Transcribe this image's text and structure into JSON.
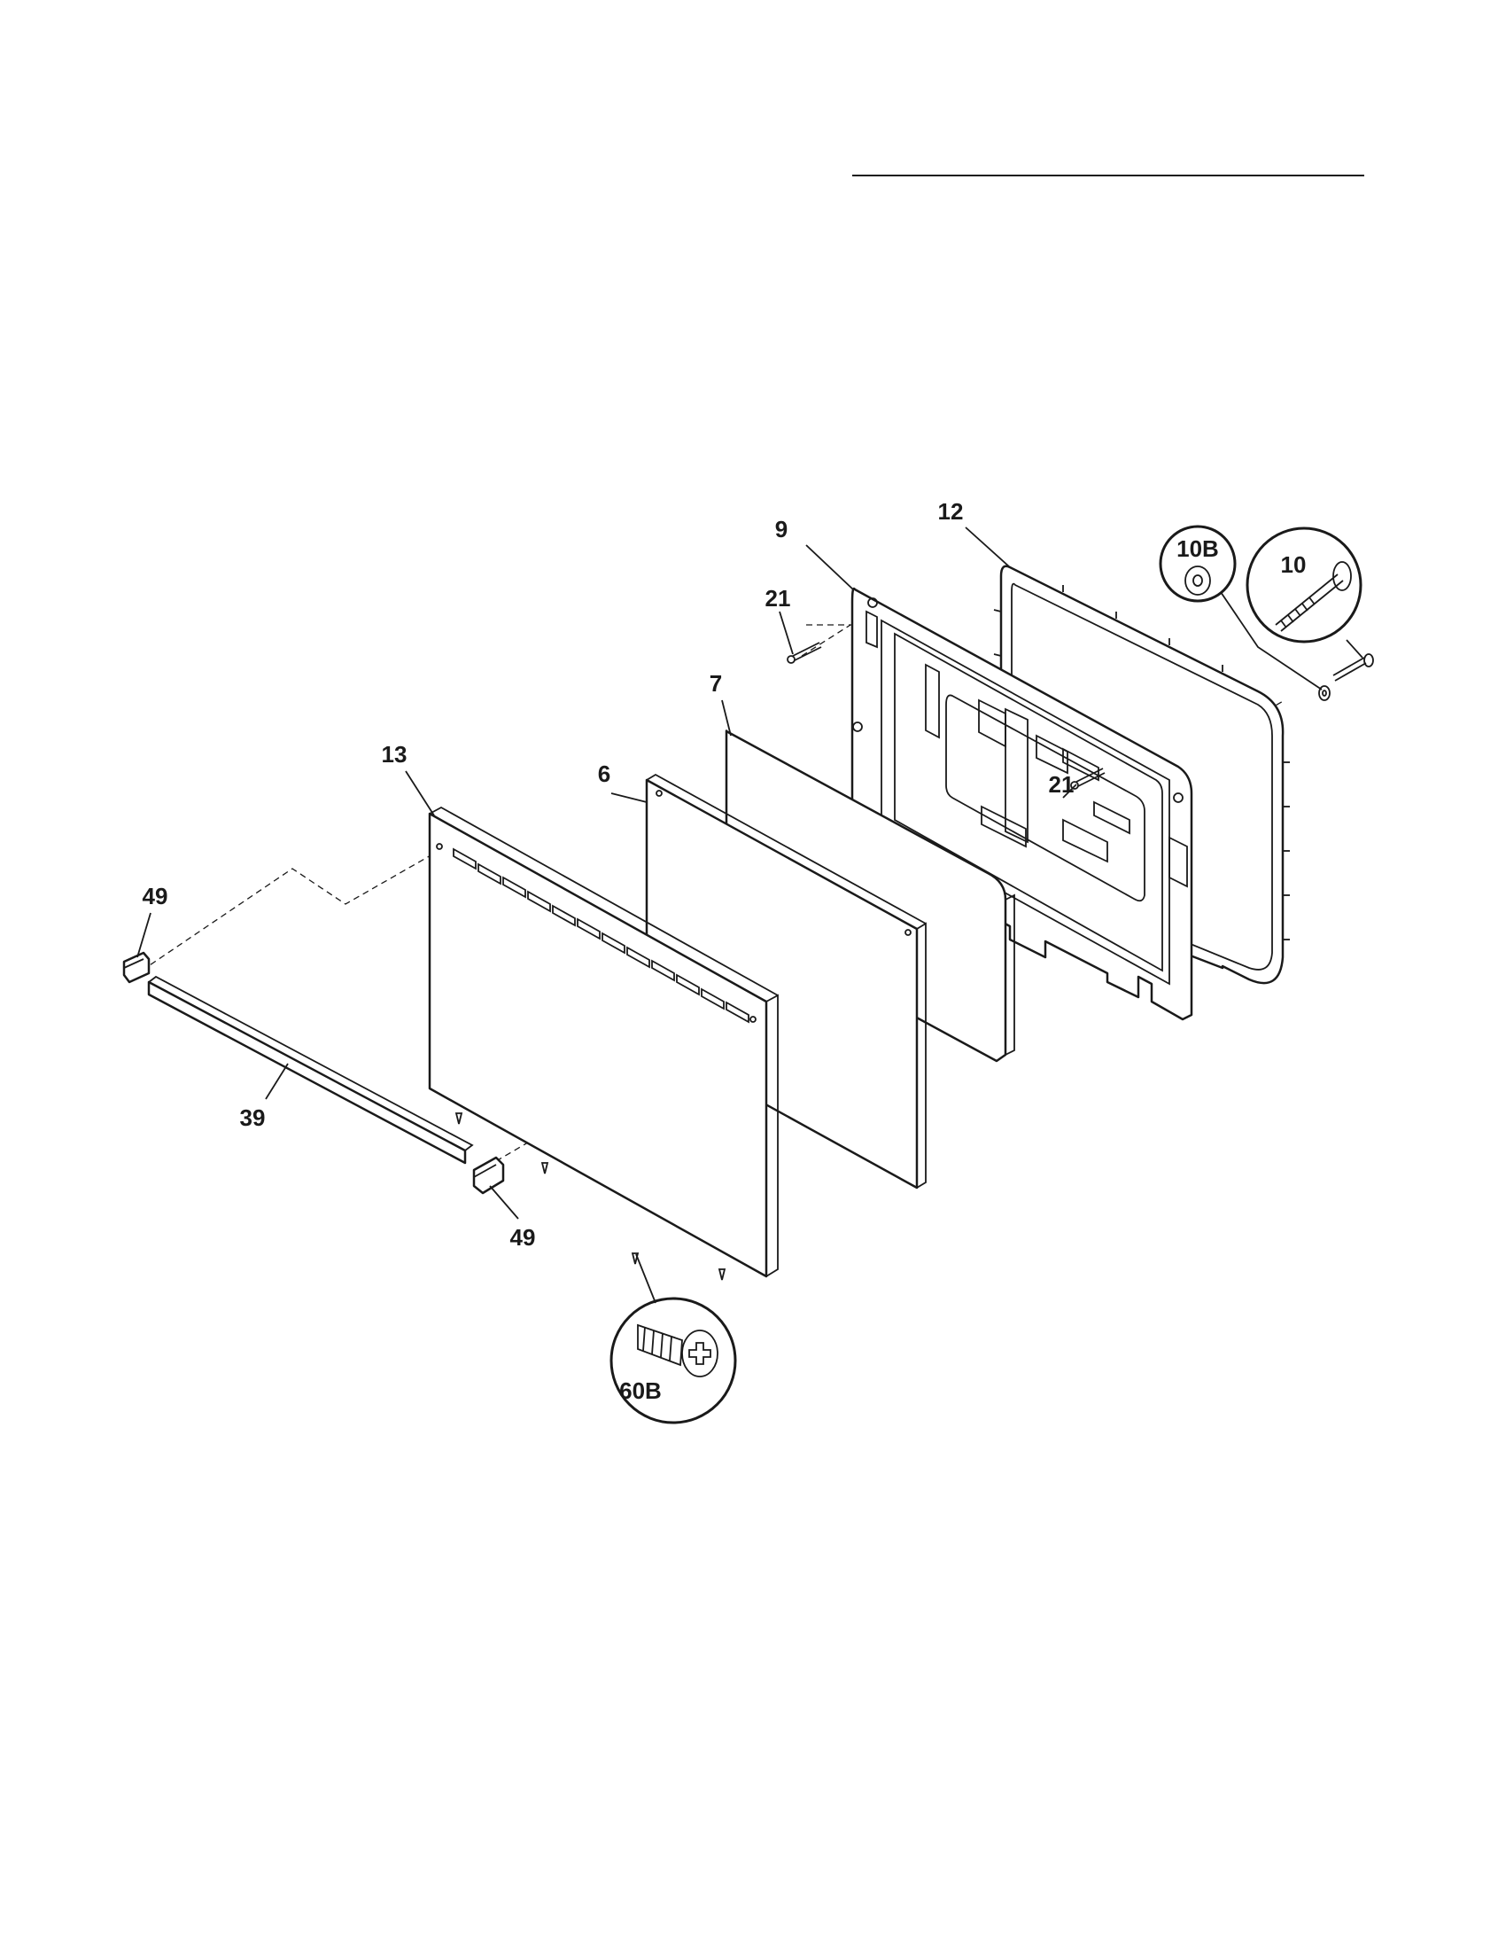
{
  "callouts": {
    "c9": "9",
    "c12": "12",
    "c10b": "10B",
    "c10": "10",
    "c21_top": "21",
    "c7": "7",
    "c13": "13",
    "c6": "6",
    "c21_mid": "21",
    "c49_left": "49",
    "c39": "39",
    "c49_bottom": "49",
    "c60b": "60B"
  }
}
